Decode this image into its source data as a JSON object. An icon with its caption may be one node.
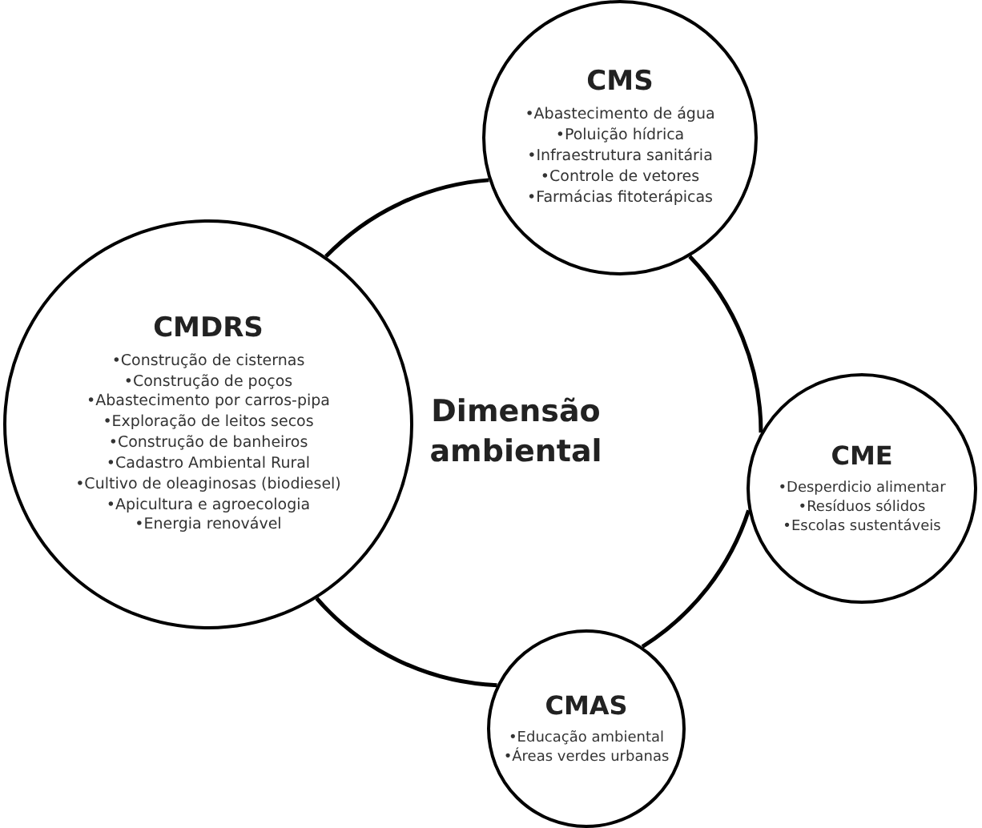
{
  "diagram": {
    "nodes": [
      {
        "text": [
          "Dimensão ambiental"
        ]
      },
      {
        "text": [
          "CMS",
          "•Abastecimento de água",
          "•Poluição hídrica",
          "•Infraestrutura sanitária",
          "•Controle de vetores",
          "•Farmácias fitoterápicas"
        ]
      },
      {
        "text": [
          "CMDRS",
          "•Construção de cisternas",
          "•Construção de poços",
          "•Abastecimento por carros-pipa",
          "•Exploração de leitos secos",
          "•Construção de banheiros",
          "•Cadastro Ambiental Rural",
          "•Cultivo de oleaginosas (biodiesel)",
          "•Apicultura e agroecologia",
          "•Energia renovável"
        ]
      },
      {
        "text": [
          "CME",
          "•Desperdicio alimentar",
          "•Resíduos sólidos",
          "•Escolas sustentáveis"
        ]
      },
      {
        "text": [
          "CMAS",
          "•Educação ambiental",
          "•Áreas verdes urbanas"
        ]
      }
    ],
    "edges": []
  }
}
